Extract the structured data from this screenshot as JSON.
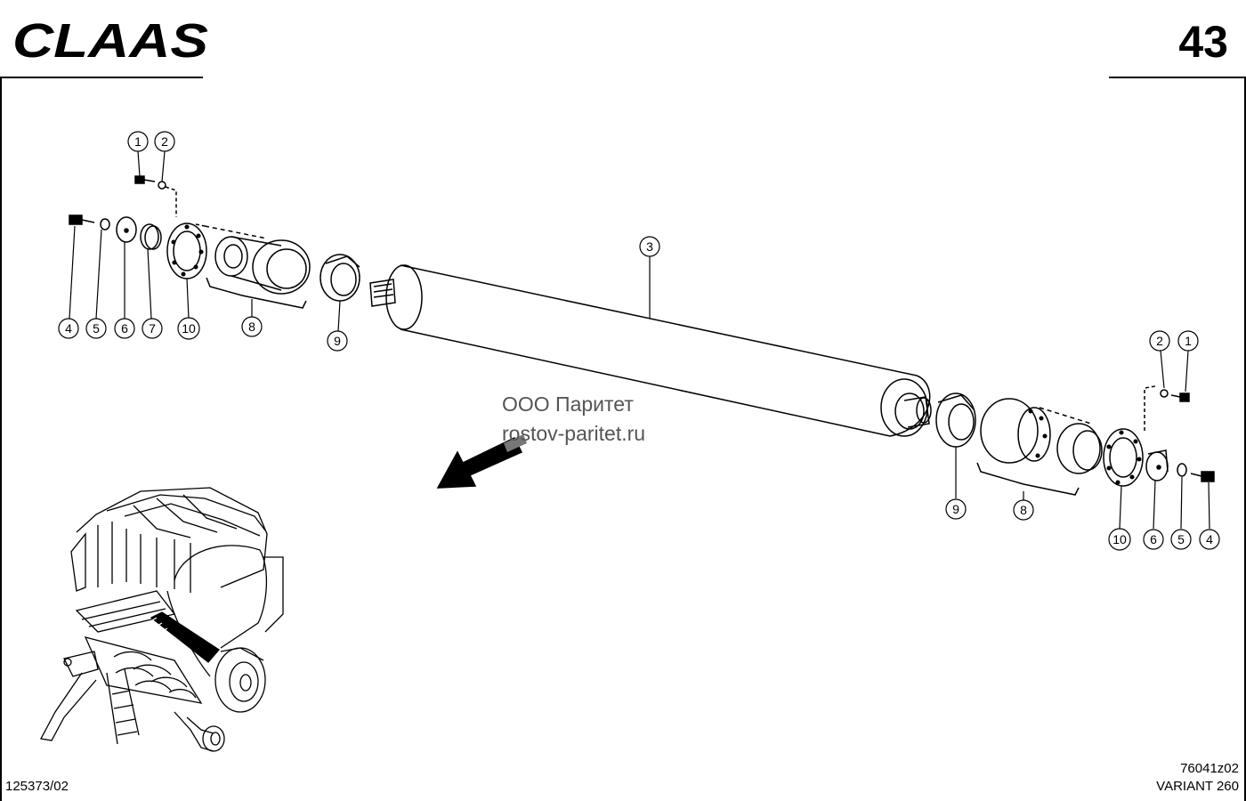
{
  "header": {
    "brand_logo": "CLAAS",
    "page_number": "43"
  },
  "watermark": {
    "line1": "ООО Паритет",
    "line2": "rostov-paritet.ru"
  },
  "footer": {
    "doc_code": "125373/02",
    "drawing_code": "76041z02",
    "model": "VARIANT 260"
  },
  "callouts": {
    "left": {
      "c1": "1",
      "c2": "2",
      "c4": "4",
      "c5": "5",
      "c6": "6",
      "c7": "7",
      "c10": "10",
      "c8": "8",
      "c9": "9"
    },
    "center": {
      "c3": "3"
    },
    "right": {
      "c2": "2",
      "c1": "1",
      "c9": "9",
      "c8": "8",
      "c10": "10",
      "c6": "6",
      "c5": "5",
      "c4": "4"
    }
  },
  "icons": [
    "claas-logo",
    "direction-arrow-icon",
    "baler-machine-icon"
  ]
}
